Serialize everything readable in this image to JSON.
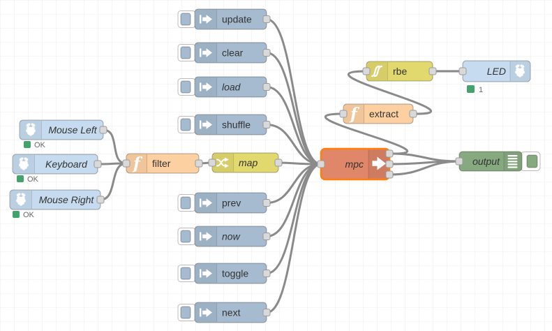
{
  "app": {
    "description": "Node-RED style flow editor canvas"
  },
  "colors": {
    "canvas_grid": "#ececec",
    "wire": "#8a8a8a",
    "inject_node": "#a6bbcf",
    "raspberry_pi_node": "#c6dbef",
    "function_node": "#fdd0a2",
    "range_node": "#e2d96e",
    "rbe_node": "#e2d96e",
    "mpc_node": "#e0876a",
    "debug_node": "#87a980",
    "selected_border": "#ff7f0e",
    "status_green": "#44a26c",
    "port": "#d9d9d9"
  },
  "icons": {
    "function_glyph": "f"
  },
  "nodes": {
    "inject": [
      {
        "label": "update"
      },
      {
        "label": "clear"
      },
      {
        "label": "load"
      },
      {
        "label": "shuffle"
      },
      {
        "label": "prev"
      },
      {
        "label": "now"
      },
      {
        "label": "toggle"
      },
      {
        "label": "next"
      }
    ],
    "rpi_inputs": [
      {
        "label": "Mouse Left",
        "status": "OK"
      },
      {
        "label": "Keyboard",
        "status": "OK"
      },
      {
        "label": "Mouse Right",
        "status": "OK"
      }
    ],
    "filter": {
      "label": "filter"
    },
    "map": {
      "label": "map"
    },
    "mpc": {
      "label": "mpc",
      "selected": true
    },
    "extract": {
      "label": "extract"
    },
    "rbe": {
      "label": "rbe"
    },
    "led": {
      "label": "LED",
      "status": "1"
    },
    "output": {
      "label": "output"
    }
  }
}
